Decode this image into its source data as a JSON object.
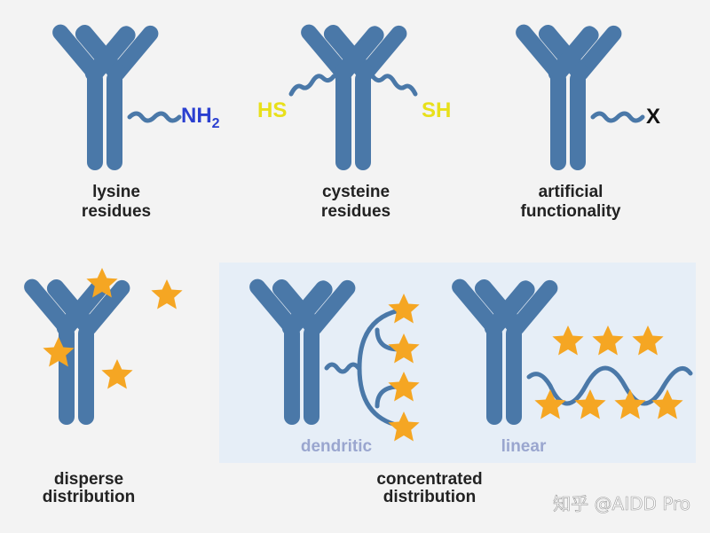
{
  "top_row": {
    "lysine": {
      "group": "NH",
      "subscript": "2",
      "caption_line1": "lysine",
      "caption_line2": "residues"
    },
    "cysteine": {
      "left_group": "HS",
      "right_group": "SH",
      "caption_line1": "cysteine",
      "caption_line2": "residues"
    },
    "artificial": {
      "group": "X",
      "caption_line1": "artificial",
      "caption_line2": "functionality"
    }
  },
  "bottom_row": {
    "disperse": {
      "caption_line1": "disperse",
      "caption_line2": "distribution"
    },
    "concentrated": {
      "dendritic_label": "dendritic",
      "linear_label": "linear",
      "caption_line1": "concentrated",
      "caption_line2": "distribution"
    }
  },
  "watermark": "知乎 @AIDD Pro",
  "colors": {
    "antibody": "#4a78a8",
    "star": "#f5a623",
    "amine": "#2a3fd0",
    "thiol": "#e8e01a",
    "panel": "#e6eef7",
    "sublabel": "#9aa6cf"
  }
}
